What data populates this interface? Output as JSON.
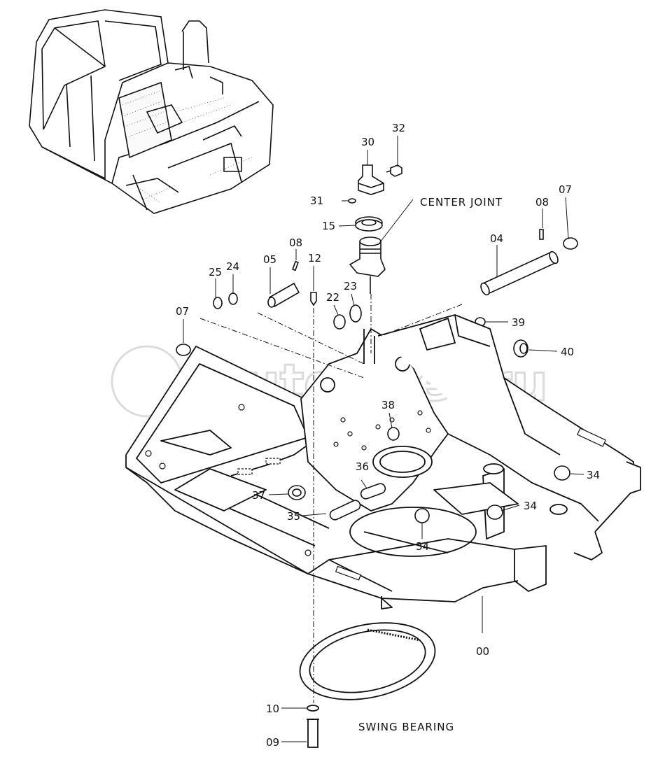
{
  "diagram": {
    "watermark": "autopiter.ru",
    "captions": {
      "center_joint": "CENTER JOINT",
      "swing_bearing": "SWING BEARING"
    },
    "part_labels": {
      "p30": "30",
      "p32": "32",
      "p31": "31",
      "p15": "15",
      "p08a": "08",
      "p07a": "07",
      "p04": "04",
      "p05": "05",
      "p08b": "08",
      "p12": "12",
      "p25": "25",
      "p24": "24",
      "p07b": "07",
      "p22": "22",
      "p23": "23",
      "p39": "39",
      "p40": "40",
      "p38": "38",
      "p36": "36",
      "p37": "37",
      "p35": "35",
      "p34a": "34",
      "p34b": "34",
      "p34c": "34",
      "p00": "00",
      "p10": "10",
      "p09": "09"
    }
  }
}
